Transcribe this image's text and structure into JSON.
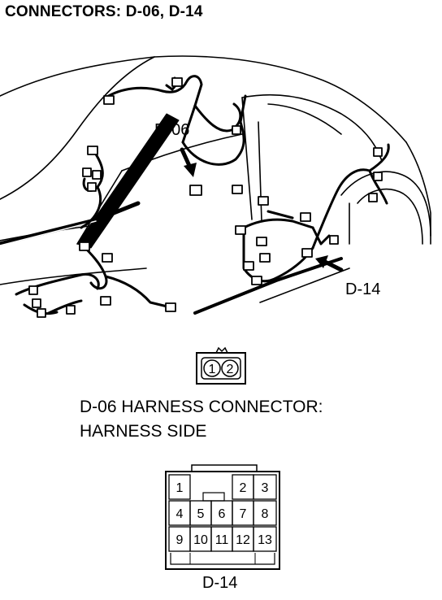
{
  "title": "CONNECTORS: D-06, D-14",
  "callouts": {
    "d06": "D-06",
    "d14": "D-14"
  },
  "caption": {
    "line1": "D-06 HARNESS CONNECTOR:",
    "line2": "HARNESS SIDE"
  },
  "d06_pins": [
    "1",
    "2"
  ],
  "d14_pins": [
    "1",
    "2",
    "3",
    "4",
    "5",
    "6",
    "7",
    "8",
    "9",
    "10",
    "11",
    "12",
    "13"
  ],
  "d14_label": "D-14"
}
